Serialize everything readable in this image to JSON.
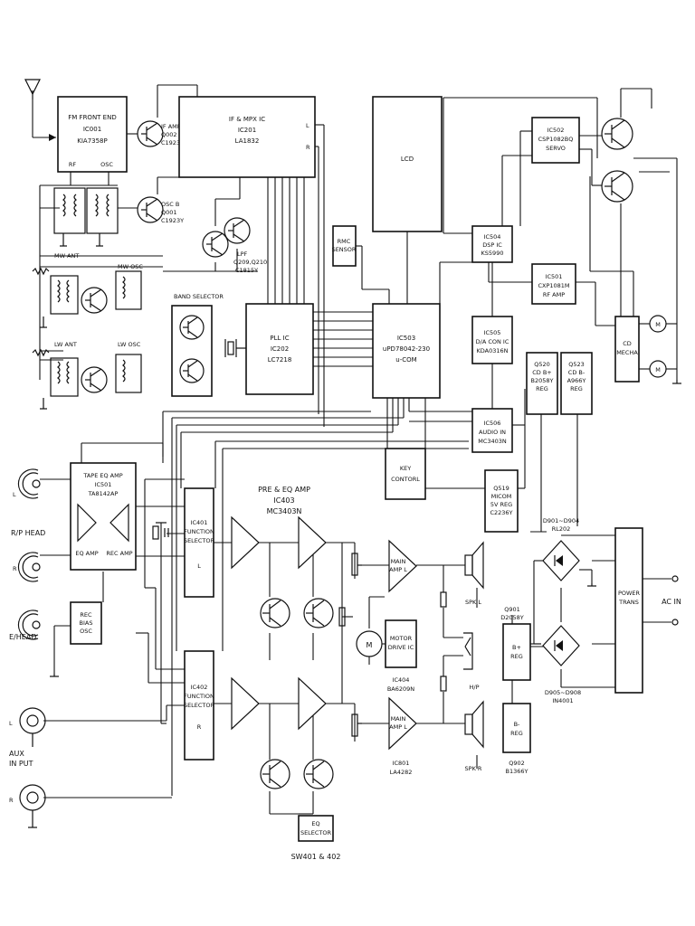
{
  "blocks": {
    "fm_front_end": [
      "FM FRONT END",
      "IC001",
      "KIA7358P"
    ],
    "fm_rf": "RF",
    "fm_osc": "OSC",
    "if_amp": [
      "IF AMP",
      "Q002",
      "C1923Y"
    ],
    "if_mpx": [
      "IF & MPX IC",
      "IC201",
      "LA1832"
    ],
    "if_mpx_l": "L",
    "if_mpx_r": "R",
    "osc_b": [
      "OSC B",
      "Q001",
      "C1923Y"
    ],
    "lpf": [
      "LPF",
      "Q209,Q210",
      "C1815Y"
    ],
    "mw_ant": "MW ANT",
    "mw_osc": "MW OSC",
    "lw_ant": "LW ANT",
    "lw_osc": "LW OSC",
    "band_selector": "BAND SELECTOR",
    "pll": [
      "PLL IC",
      "IC202",
      "LC7218"
    ],
    "lcd": "LCD",
    "rmc": [
      "RMC",
      "SENSOR"
    ],
    "ucom": [
      "IC503",
      "uPD78042-230",
      "u-COM"
    ],
    "servo": [
      "IC502",
      "CSP1082BQ",
      "SERVO"
    ],
    "dsp": [
      "IC504",
      "DSP IC",
      "KS5990"
    ],
    "rf_amp": [
      "IC501",
      "CXP1081M",
      "RF AMP"
    ],
    "da_con": [
      "IC505",
      "D/A CON IC",
      "KDA0316N"
    ],
    "cd_mecha": [
      "CD",
      "MECHA"
    ],
    "motor_m": "M",
    "q520": [
      "Q520",
      "CD B+",
      "B2058Y",
      "REG"
    ],
    "q523": [
      "Q523",
      "CD B-",
      "A966Y",
      "REG"
    ],
    "audio_in": [
      "IC506",
      "AUDIO IN",
      "MC3403N"
    ],
    "key_control": [
      "KEY",
      "CONTORL"
    ],
    "q519": [
      "Q519",
      "MICOM",
      "5V REG",
      "C2236Y"
    ],
    "tape_eq": [
      "TAPE EQ AMP",
      "IC501",
      "TA8142AP"
    ],
    "eq_amp": "EQ AMP",
    "rec_amp": "REC AMP",
    "rp_head": "R/P HEAD",
    "head_l": "L",
    "head_r": "R",
    "e_head": "E/HEAD",
    "rec_bias": [
      "REC",
      "BIAS",
      "OSC"
    ],
    "ic401": [
      "IC401",
      "FUNCTION",
      "SELECTOR",
      "L"
    ],
    "ic402": [
      "IC402",
      "FUNCTION",
      "SELECTOR",
      "R"
    ],
    "pre_eq": [
      "PRE & EQ AMP",
      "IC403",
      "MC3403N"
    ],
    "main_amp_top": [
      "MAIN",
      "AMP L"
    ],
    "main_amp_bot": [
      "MAIN",
      "AMP L"
    ],
    "motor_drive": [
      "MOTOR",
      "DRIVE IC"
    ],
    "ic404": [
      "IC404",
      "BA6209N"
    ],
    "ic801": [
      "IC801",
      "LA4282"
    ],
    "spk_l": "SPK L",
    "spk_r": "SPK R",
    "hp": "H/P",
    "eq_selector": [
      "EQ",
      "SELECTOR"
    ],
    "sw401": "SW401 & 402",
    "aux_l": "L",
    "aux_r": "R",
    "aux_input": [
      "AUX",
      "IN PUT"
    ],
    "q901": [
      "Q901",
      "D2058Y"
    ],
    "bplus_reg": [
      "B+",
      "REG"
    ],
    "bminus_reg": [
      "B-",
      "REG"
    ],
    "q902": [
      "Q902",
      "B1366Y"
    ],
    "d901": [
      "D901~D904",
      "RL202"
    ],
    "d905": [
      "D905~D908",
      "IN4001"
    ],
    "power_trans": [
      "POWER",
      "TRANS"
    ],
    "ac_in": "AC IN"
  },
  "colors": {
    "ink": "#111111",
    "paper": "#ffffff"
  }
}
